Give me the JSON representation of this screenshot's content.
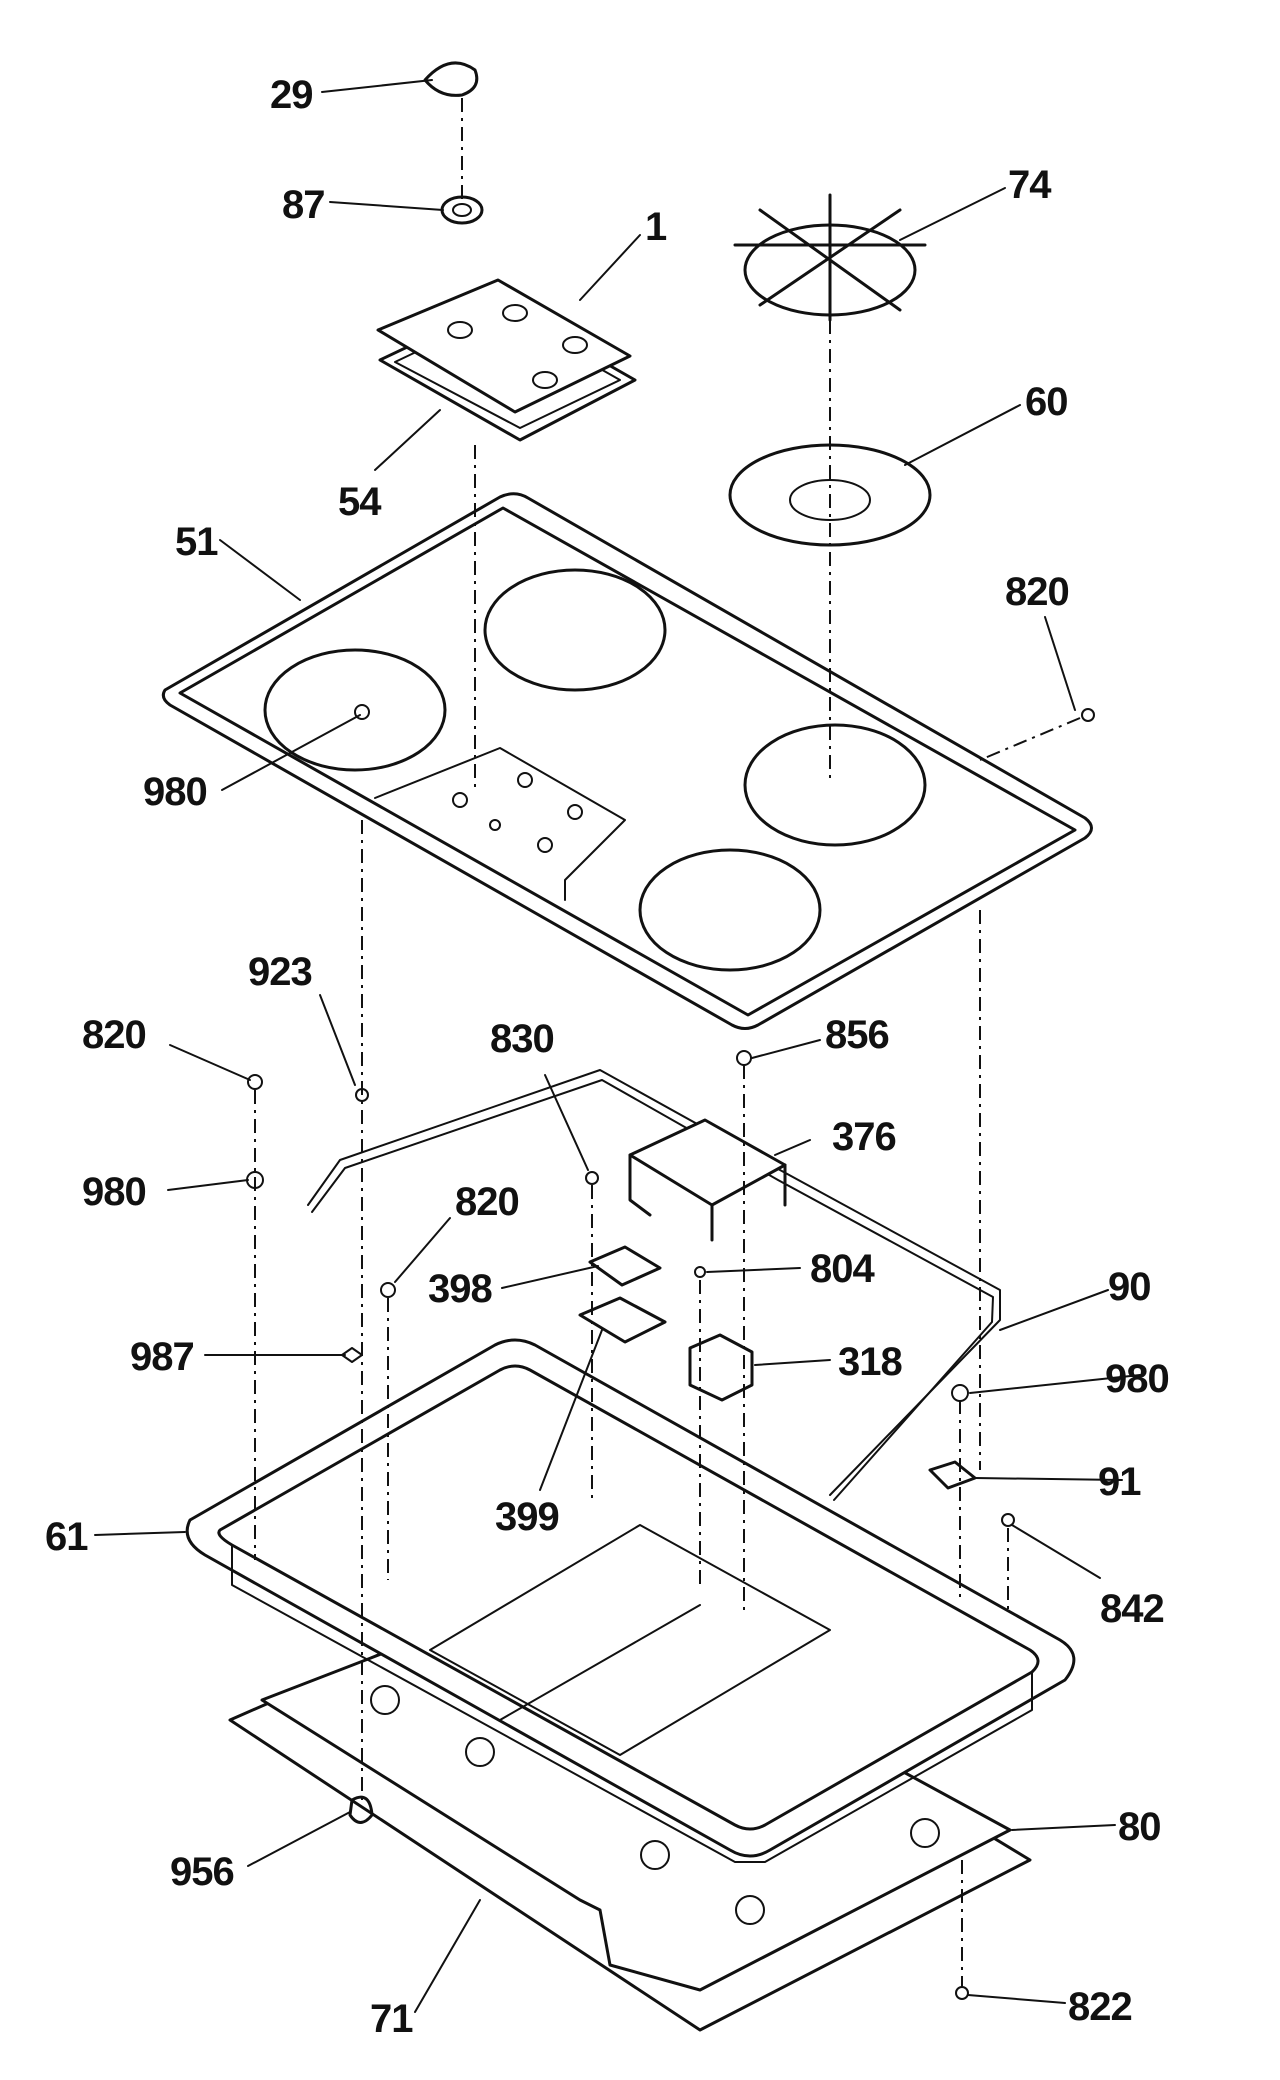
{
  "callouts": {
    "c29": "29",
    "c87": "87",
    "c1": "1",
    "c74": "74",
    "c60": "60",
    "c54": "54",
    "c51": "51",
    "c820a": "820",
    "c980a": "980",
    "c923": "923",
    "c820b": "820",
    "c830": "830",
    "c856": "856",
    "c376": "376",
    "c980b": "980",
    "c820c": "820",
    "c398": "398",
    "c804": "804",
    "c90": "90",
    "c318": "318",
    "c987": "987",
    "c980c": "980",
    "c91": "91",
    "c399": "399",
    "c61": "61",
    "c842": "842",
    "c80": "80",
    "c956": "956",
    "c71": "71",
    "c822": "822"
  }
}
